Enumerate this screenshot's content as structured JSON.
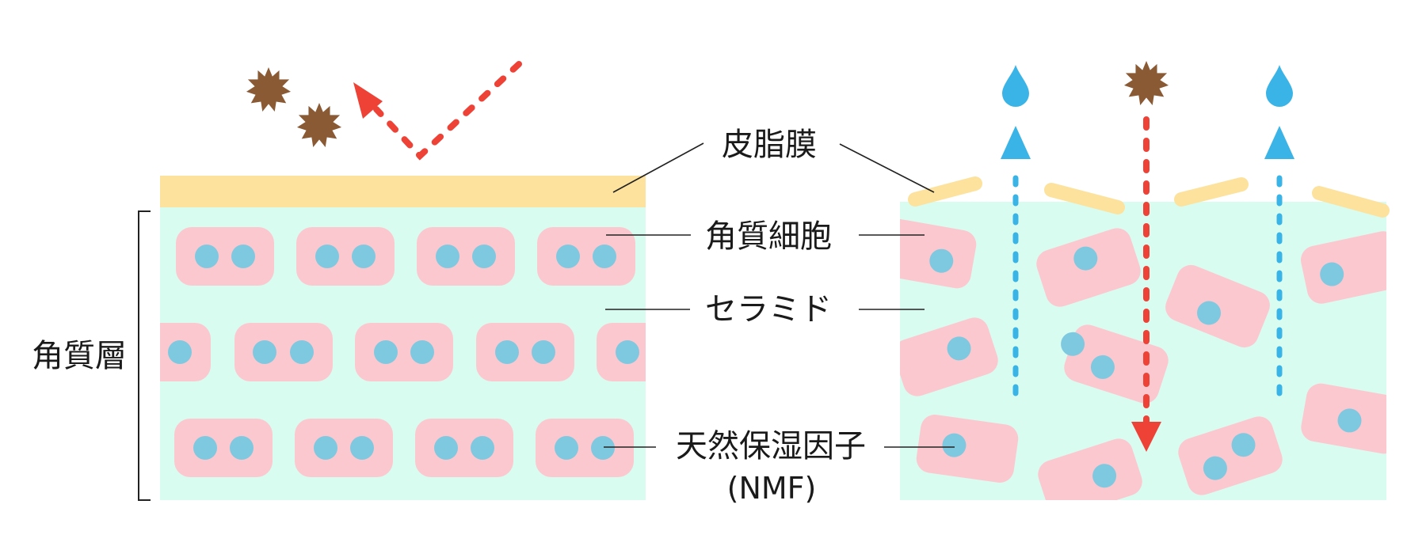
{
  "labels": {
    "sebum": "皮脂膜",
    "corneocyte": "角質細胞",
    "ceramide": "セラミド",
    "nmf_line1": "天然保湿因子",
    "nmf_line2": "(NMF)",
    "stratum_corneum": "角質層"
  },
  "colors": {
    "sebum_layer": "#fde29e",
    "matrix": "#d9fcf0",
    "cell": "#fcc8cf",
    "nucleus": "#7ec9e0",
    "water": "#3ab4e6",
    "irritant": "#8a5a35",
    "red_arrow": "#ee4237",
    "line": "#222222"
  },
  "icons": [
    "irritant-icon",
    "water-drop-icon",
    "arrow-up-icon",
    "arrow-down-icon"
  ]
}
